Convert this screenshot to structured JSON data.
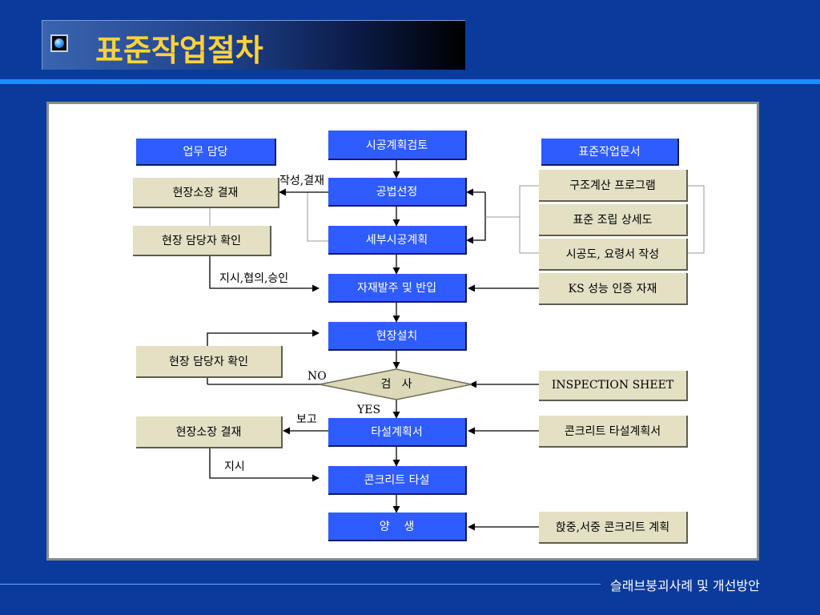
{
  "title": "표준작업절차",
  "footer": "슬래브붕괴사례 및 개선방안",
  "headers": {
    "left": "업무 담당",
    "right": "표준작업문서"
  },
  "flow": {
    "n1": "시공계획검토",
    "n2": "공법선정",
    "n3": "세부시공계획",
    "n4": "자재발주 및 반입",
    "n5": "현장설치",
    "n6": "검   사",
    "n7": "타설계획서",
    "n8": "콘크리트 타설",
    "n9": "양    생"
  },
  "left_boxes": {
    "l1": "현장소장 결재",
    "l2": "현장 담당자 확인",
    "l3": "현장 담당자 확인",
    "l4": "현장소장 결재"
  },
  "right_boxes": {
    "r1": "구조계산 프로그램",
    "r2": "표준 조립 상세도",
    "r3": "시공도, 요령서 작성",
    "r4": "KS 성능 인증 자재",
    "r5": "INSPECTION SHEET",
    "r6": "콘크리트 타설계획서",
    "r7": "핝중,서중 콘크리트 계획"
  },
  "labels": {
    "write_approve": "작성,결재",
    "instruct_consult": "지시,협의,승인",
    "no": "NO",
    "yes": "YES",
    "report": "보고",
    "instruct": "지시"
  }
}
